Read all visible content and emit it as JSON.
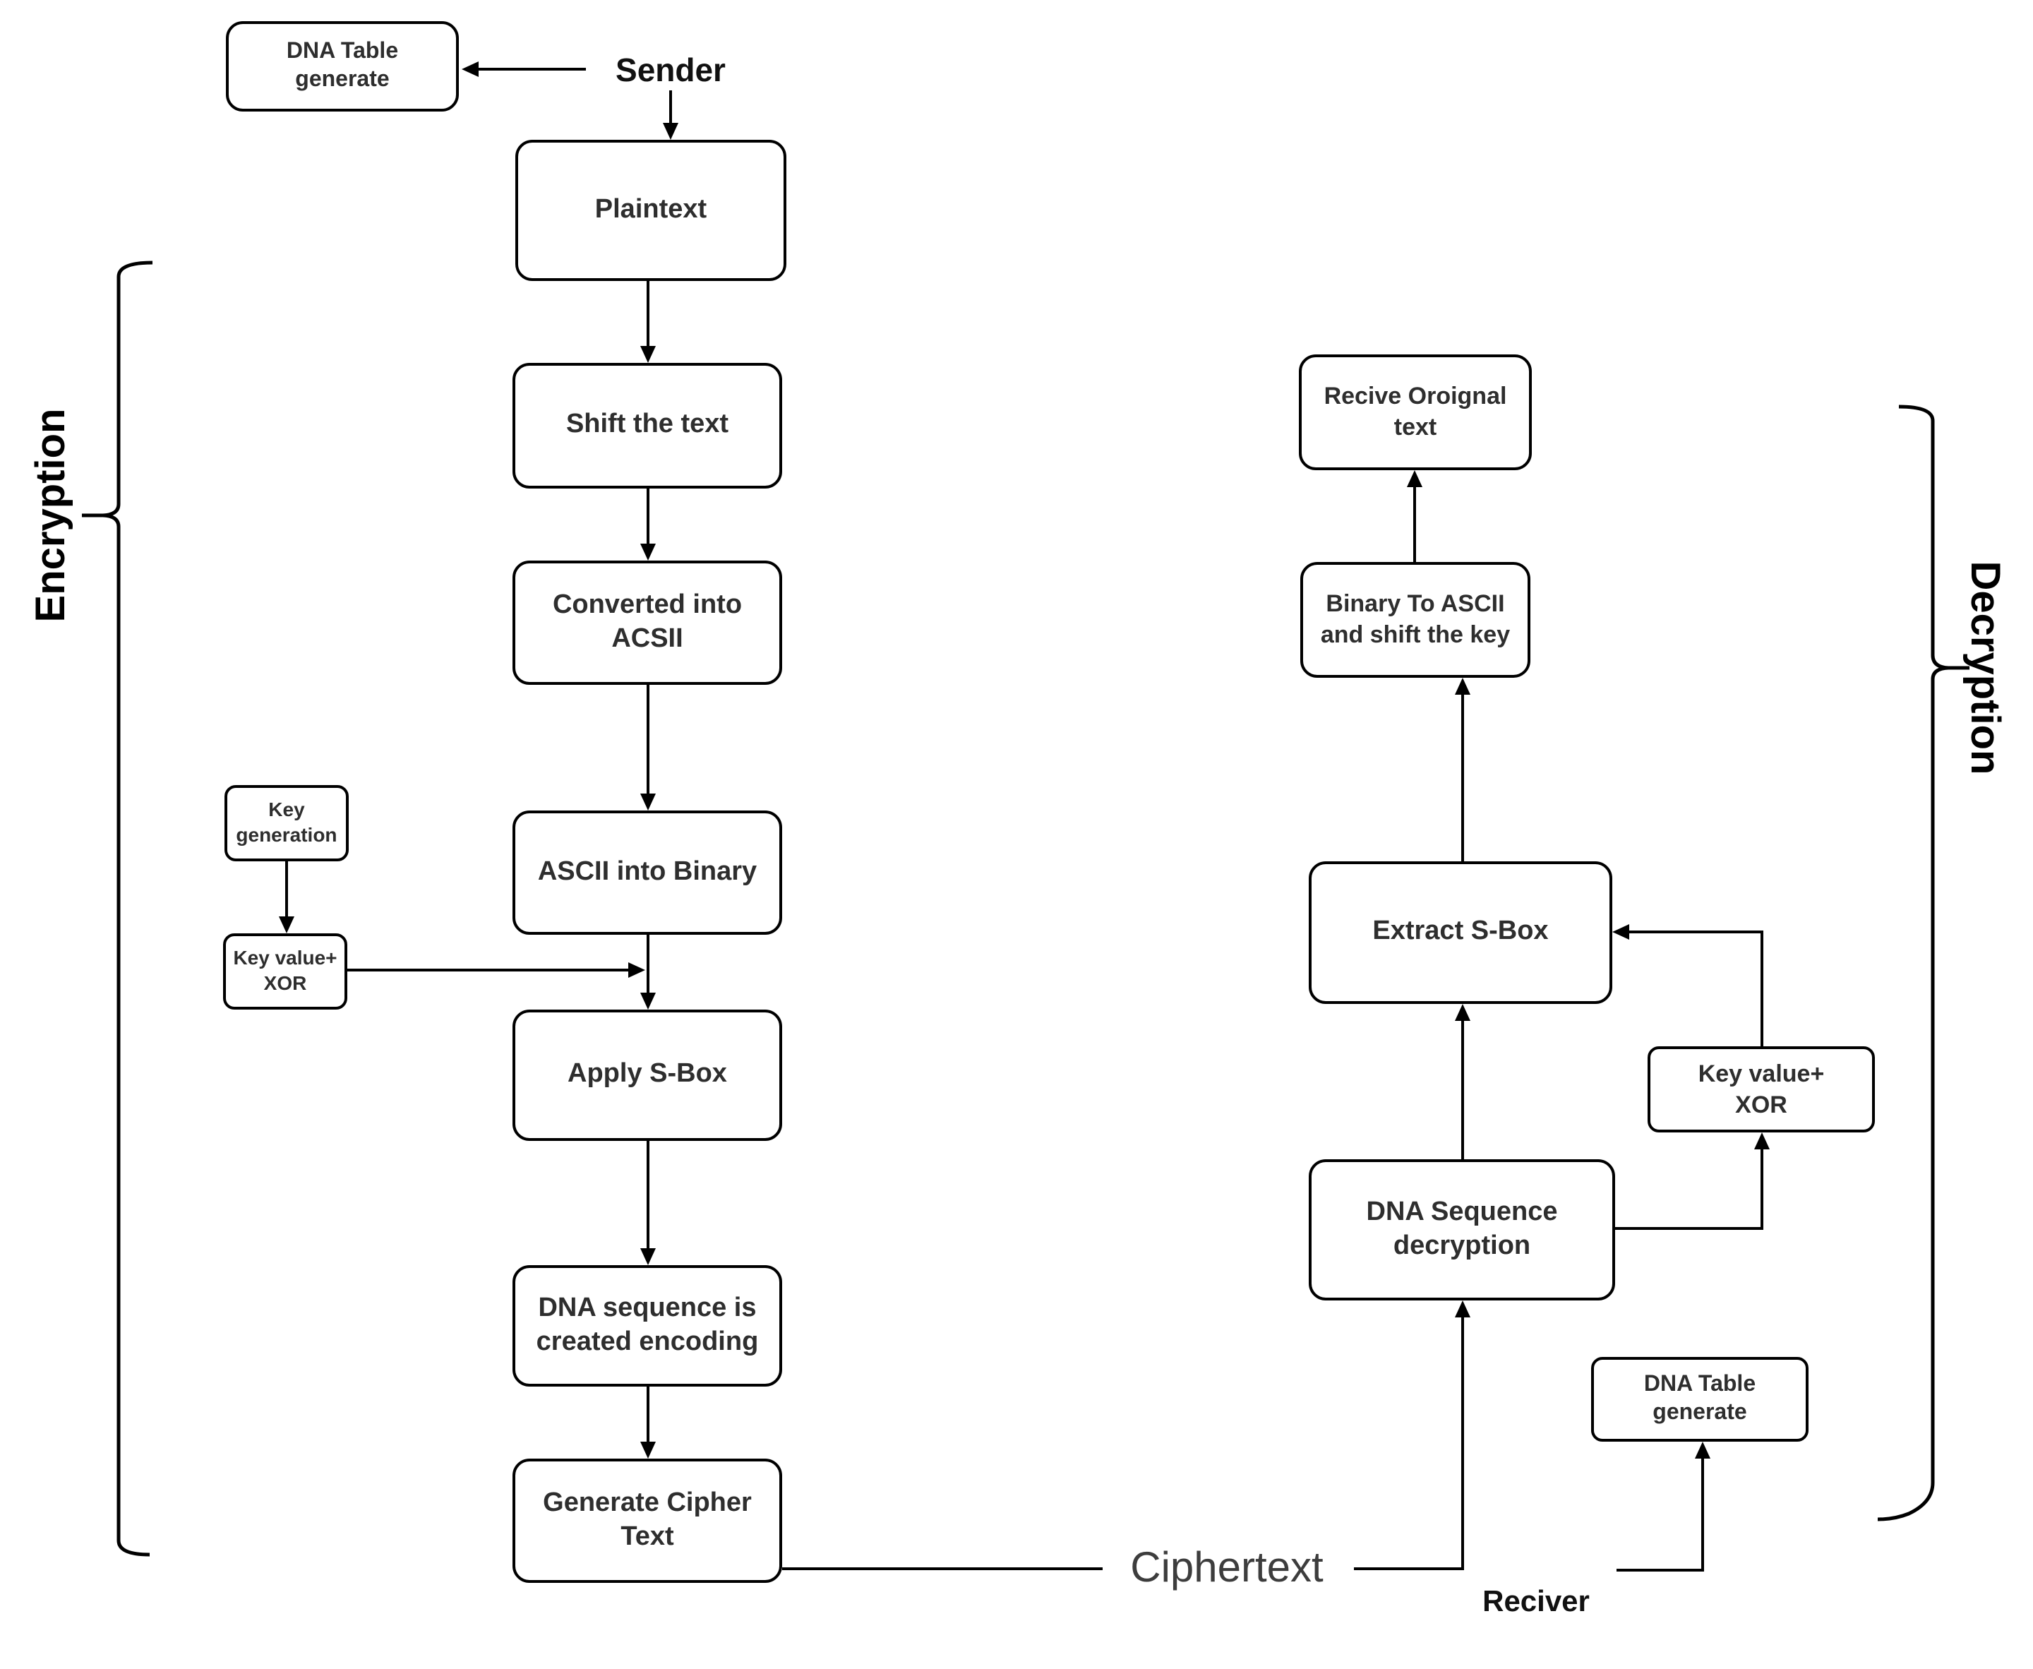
{
  "labels": {
    "sender": "Sender",
    "receiver": "Reciver",
    "ciphertext": "Ciphertext",
    "encryption_section": "Encryption",
    "decryption_section": "Decryption"
  },
  "encryption_flow": {
    "dna_table": "DNA Table\ngenerate",
    "plaintext": "Plaintext",
    "shift_text": "Shift the text",
    "converted_acsii": "Converted into\nACSII",
    "ascii_into_binary": "ASCII into Binary",
    "key_generation": "Key\ngeneration",
    "key_value_xor": "Key value+\nXOR",
    "apply_sbox": "Apply S-Box",
    "dna_sequence_encoding": "DNA sequence is\ncreated encoding",
    "generate_cipher_text": "Generate Cipher\nText"
  },
  "decryption_flow": {
    "receive_original": "Recive Oroignal\ntext",
    "binary_to_ascii": "Binary To ASCII\nand shift the key",
    "extract_sbox": "Extract S-Box",
    "key_value_xor": "Key value+\nXOR",
    "dna_sequence_decryption": "DNA Sequence\ndecryption",
    "dna_table": "DNA Table\ngenerate"
  },
  "style": {
    "line_color": "#000000",
    "box_border_color": "#000000",
    "box_fill_color": "#ffffff",
    "text_color": "#2e2e2e"
  }
}
